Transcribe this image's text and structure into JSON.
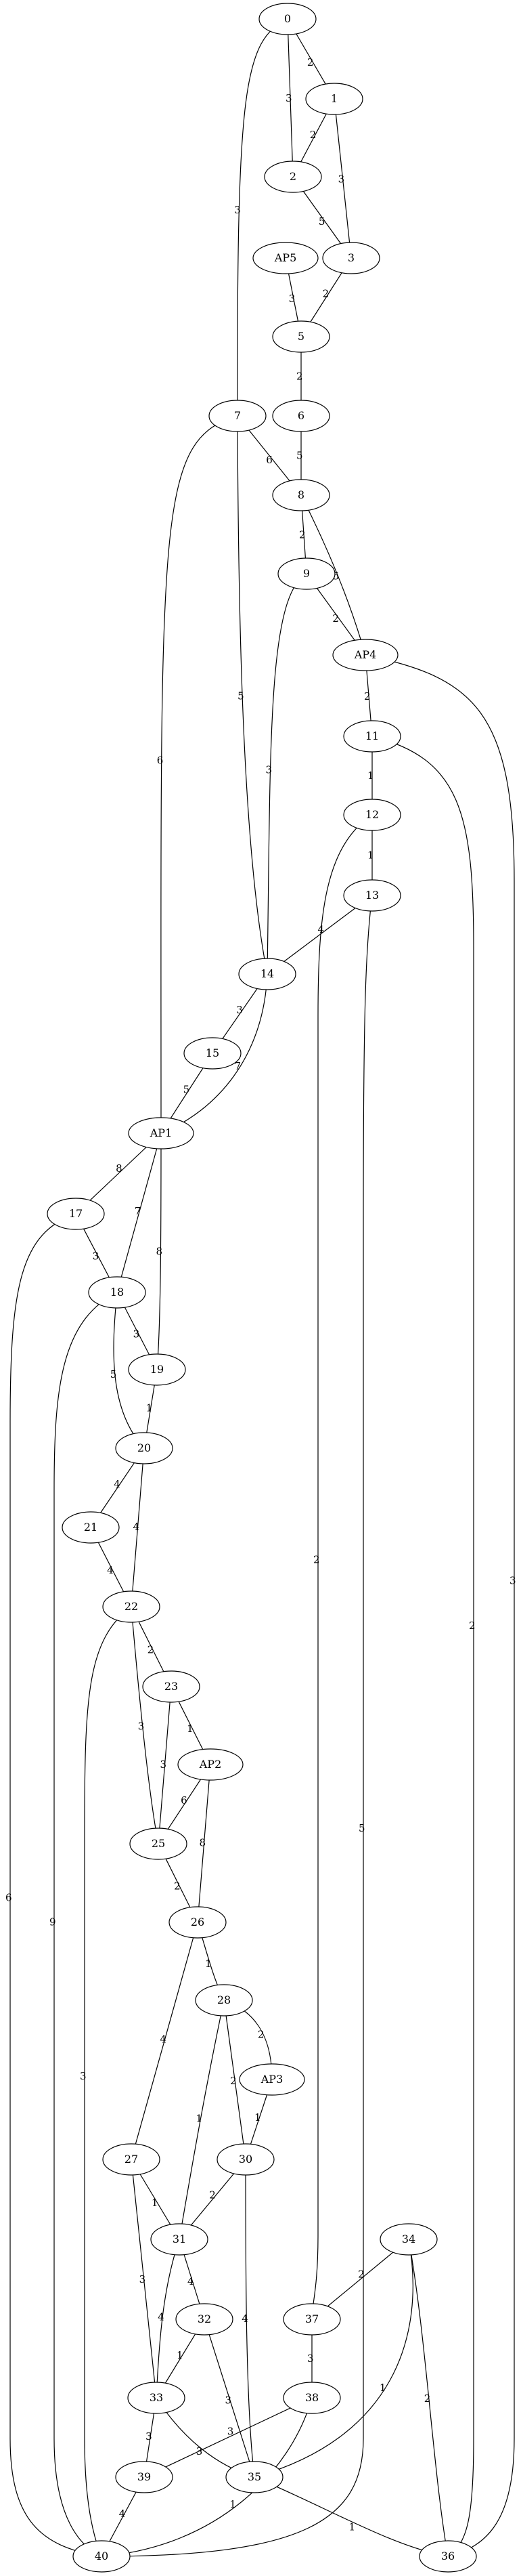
{
  "colors": {
    "default_edge": "#000000",
    "highlight_edge": "#e03020"
  },
  "nodes": [
    {
      "id": "n0",
      "label": "0"
    },
    {
      "id": "n1",
      "label": "1"
    },
    {
      "id": "n2",
      "label": "2"
    },
    {
      "id": "n3",
      "label": "3"
    },
    {
      "id": "nAP5",
      "label": "AP5"
    },
    {
      "id": "n5",
      "label": "5"
    },
    {
      "id": "n6",
      "label": "6"
    },
    {
      "id": "n7",
      "label": "7"
    },
    {
      "id": "n8",
      "label": "8"
    },
    {
      "id": "n9",
      "label": "9"
    },
    {
      "id": "nAP4",
      "label": "AP4"
    },
    {
      "id": "n11",
      "label": "11"
    },
    {
      "id": "n12",
      "label": "12"
    },
    {
      "id": "n13",
      "label": "13"
    },
    {
      "id": "n14",
      "label": "14"
    },
    {
      "id": "n15",
      "label": "15"
    },
    {
      "id": "nAP1",
      "label": "AP1"
    },
    {
      "id": "n17",
      "label": "17"
    },
    {
      "id": "n18",
      "label": "18"
    },
    {
      "id": "n19",
      "label": "19"
    },
    {
      "id": "n20",
      "label": "20"
    },
    {
      "id": "n21",
      "label": "21"
    },
    {
      "id": "n22",
      "label": "22"
    },
    {
      "id": "n23",
      "label": "23"
    },
    {
      "id": "nAP2",
      "label": "AP2"
    },
    {
      "id": "n25",
      "label": "25"
    },
    {
      "id": "n26",
      "label": "26"
    },
    {
      "id": "n28",
      "label": "28"
    },
    {
      "id": "nAP3",
      "label": "AP3"
    },
    {
      "id": "n27",
      "label": "27"
    },
    {
      "id": "n30",
      "label": "30"
    },
    {
      "id": "n31",
      "label": "31"
    },
    {
      "id": "n34",
      "label": "34"
    },
    {
      "id": "n32",
      "label": "32"
    },
    {
      "id": "n37",
      "label": "37"
    },
    {
      "id": "n33",
      "label": "33"
    },
    {
      "id": "n38",
      "label": "38"
    },
    {
      "id": "n39",
      "label": "39"
    },
    {
      "id": "n35",
      "label": "35"
    },
    {
      "id": "n40",
      "label": "40"
    },
    {
      "id": "n36",
      "label": "36"
    }
  ],
  "edges": [
    {
      "id": "e0-1",
      "source": "0",
      "target": "1",
      "weight": "2"
    },
    {
      "id": "e0-2",
      "source": "0",
      "target": "2",
      "weight": "3"
    },
    {
      "id": "e0-7",
      "source": "0",
      "target": "7",
      "weight": "3"
    },
    {
      "id": "e1-2",
      "source": "1",
      "target": "2",
      "weight": "2"
    },
    {
      "id": "e1-3",
      "source": "1",
      "target": "3",
      "weight": "3"
    },
    {
      "id": "e2-3",
      "source": "2",
      "target": "3",
      "weight": "5"
    },
    {
      "id": "eAP5-5",
      "source": "AP5",
      "target": "5",
      "weight": "3"
    },
    {
      "id": "e3-5",
      "source": "3",
      "target": "5",
      "weight": "2"
    },
    {
      "id": "e5-6",
      "source": "5",
      "target": "6",
      "weight": "2"
    },
    {
      "id": "e6-8",
      "source": "6",
      "target": "8",
      "weight": "5"
    },
    {
      "id": "e7-8",
      "source": "7",
      "target": "8",
      "weight": "6"
    },
    {
      "id": "e7-AP1",
      "source": "7",
      "target": "AP1",
      "weight": "6"
    },
    {
      "id": "e7-14",
      "source": "7",
      "target": "14",
      "weight": "5"
    },
    {
      "id": "e8-9",
      "source": "8",
      "target": "9",
      "weight": "2"
    },
    {
      "id": "e8-AP4",
      "source": "8",
      "target": "AP4",
      "weight": "5"
    },
    {
      "id": "e9-AP4",
      "source": "9",
      "target": "AP4",
      "weight": "2"
    },
    {
      "id": "e9-14",
      "source": "9",
      "target": "14",
      "weight": "3"
    },
    {
      "id": "eAP4-11",
      "source": "AP4",
      "target": "11",
      "weight": "2"
    },
    {
      "id": "eAP4-36",
      "source": "AP4",
      "target": "36",
      "weight": "3"
    },
    {
      "id": "e11-12",
      "source": "11",
      "target": "12",
      "weight": "1"
    },
    {
      "id": "e11-36",
      "source": "11",
      "target": "36",
      "weight": "2"
    },
    {
      "id": "e12-13",
      "source": "12",
      "target": "13",
      "weight": "1"
    },
    {
      "id": "e12-37",
      "source": "12",
      "target": "37",
      "weight": "2"
    },
    {
      "id": "e13-14",
      "source": "13",
      "target": "14",
      "weight": "4"
    },
    {
      "id": "e13-40",
      "source": "13",
      "target": "40",
      "weight": "5"
    },
    {
      "id": "e14-15",
      "source": "14",
      "target": "15",
      "weight": "3"
    },
    {
      "id": "e14-AP1",
      "source": "14",
      "target": "AP1",
      "weight": "7"
    },
    {
      "id": "e15-AP1",
      "source": "15",
      "target": "AP1",
      "weight": "5"
    },
    {
      "id": "eAP1-17",
      "source": "AP1",
      "target": "17",
      "weight": "8"
    },
    {
      "id": "eAP1-18",
      "source": "AP1",
      "target": "18",
      "weight": "7"
    },
    {
      "id": "eAP1-19",
      "source": "AP1",
      "target": "19",
      "weight": "8"
    },
    {
      "id": "e17-18",
      "source": "17",
      "target": "18",
      "weight": "3"
    },
    {
      "id": "e17-40",
      "source": "17",
      "target": "40",
      "weight": "6"
    },
    {
      "id": "e18-19",
      "source": "18",
      "target": "19",
      "weight": "3"
    },
    {
      "id": "e18-20",
      "source": "18",
      "target": "20",
      "weight": "5"
    },
    {
      "id": "e18-40",
      "source": "18",
      "target": "40",
      "weight": "9"
    },
    {
      "id": "e19-20",
      "source": "19",
      "target": "20",
      "weight": "1"
    },
    {
      "id": "e20-21",
      "source": "20",
      "target": "21",
      "weight": "4"
    },
    {
      "id": "e20-22",
      "source": "20",
      "target": "22",
      "weight": "4"
    },
    {
      "id": "e21-22",
      "source": "21",
      "target": "22",
      "weight": "4"
    },
    {
      "id": "e22-23",
      "source": "22",
      "target": "23",
      "weight": "2"
    },
    {
      "id": "e22-25",
      "source": "22",
      "target": "25",
      "weight": "3"
    },
    {
      "id": "e22-40",
      "source": "22",
      "target": "40",
      "weight": "3"
    },
    {
      "id": "e23-AP2",
      "source": "23",
      "target": "AP2",
      "weight": "1"
    },
    {
      "id": "e23-25",
      "source": "23",
      "target": "25",
      "weight": "3"
    },
    {
      "id": "eAP2-25",
      "source": "AP2",
      "target": "25",
      "weight": "6"
    },
    {
      "id": "eAP2-26",
      "source": "AP2",
      "target": "26",
      "weight": "8"
    },
    {
      "id": "e25-26",
      "source": "25",
      "target": "26",
      "weight": "2"
    },
    {
      "id": "e26-28",
      "source": "26",
      "target": "28",
      "weight": "1",
      "highlight": true
    },
    {
      "id": "e26-27",
      "source": "26",
      "target": "27",
      "weight": "4"
    },
    {
      "id": "e28-AP3",
      "source": "28",
      "target": "AP3",
      "weight": "2",
      "highlight": true
    },
    {
      "id": "e28-30",
      "source": "28",
      "target": "30",
      "weight": "2"
    },
    {
      "id": "e28-31",
      "source": "28",
      "target": "31",
      "weight": "1"
    },
    {
      "id": "eAP3-30",
      "source": "AP3",
      "target": "30",
      "weight": "1"
    },
    {
      "id": "e27-31",
      "source": "27",
      "target": "31",
      "weight": "1"
    },
    {
      "id": "e27-33",
      "source": "27",
      "target": "33",
      "weight": "3"
    },
    {
      "id": "e30-31",
      "source": "30",
      "target": "31",
      "weight": "2"
    },
    {
      "id": "e30-35",
      "source": "30",
      "target": "35",
      "weight": "4"
    },
    {
      "id": "e31-32",
      "source": "31",
      "target": "32",
      "weight": "4"
    },
    {
      "id": "e31-33",
      "source": "31",
      "target": "33",
      "weight": "4"
    },
    {
      "id": "e32-33",
      "source": "32",
      "target": "33",
      "weight": "1"
    },
    {
      "id": "e32-35",
      "source": "32",
      "target": "35",
      "weight": "3"
    },
    {
      "id": "e34-37",
      "source": "34",
      "target": "37",
      "weight": "2"
    },
    {
      "id": "e34-35",
      "source": "34",
      "target": "35",
      "weight": "1"
    },
    {
      "id": "e34-36",
      "source": "34",
      "target": "36",
      "weight": "2"
    },
    {
      "id": "e37-38",
      "source": "37",
      "target": "38",
      "weight": "3"
    },
    {
      "id": "e38-39",
      "source": "38",
      "target": "39",
      "weight": "3"
    },
    {
      "id": "e38-40",
      "source": "38",
      "target": "40",
      "weight": "1"
    },
    {
      "id": "e33-39",
      "source": "33",
      "target": "39",
      "weight": "3"
    },
    {
      "id": "e33-35",
      "source": "33",
      "target": "35",
      "weight": "3"
    },
    {
      "id": "e39-40",
      "source": "39",
      "target": "40",
      "weight": "4"
    },
    {
      "id": "e35-36",
      "source": "35",
      "target": "36",
      "weight": "1"
    }
  ]
}
